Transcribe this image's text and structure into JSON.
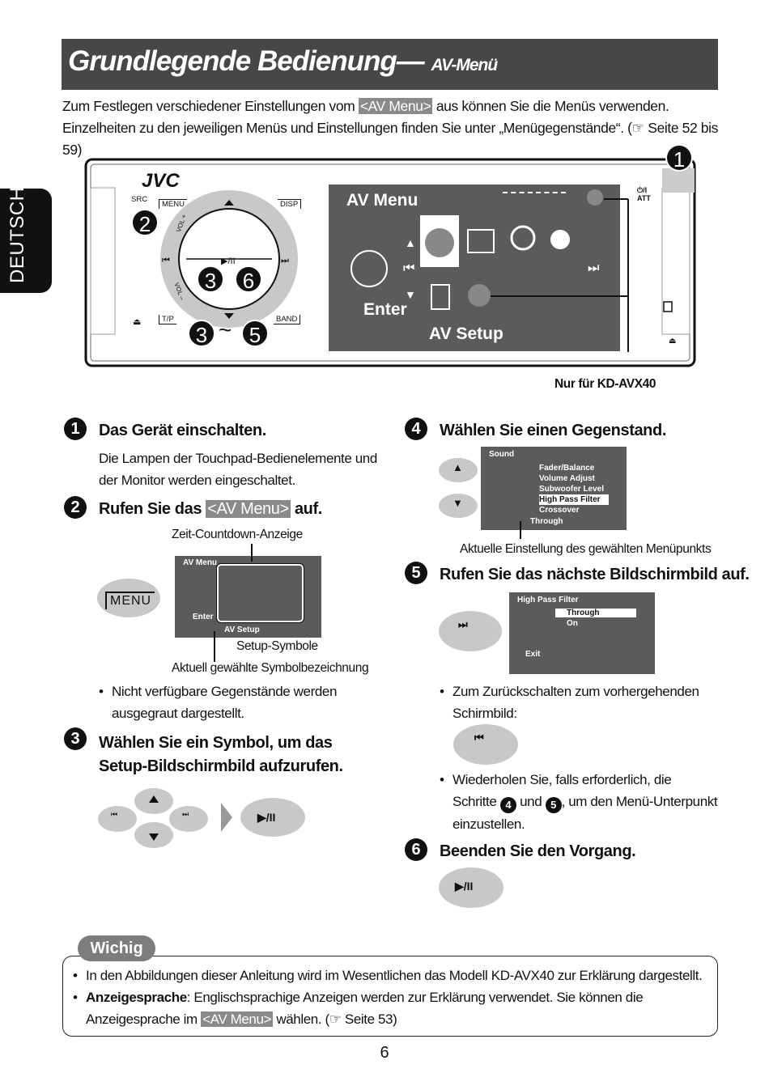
{
  "header": {
    "title": "Grundlegende Bedienung—",
    "subtitle": "AV-Menü"
  },
  "intro": {
    "text1": "Zum Festlegen verschiedener Einstellungen vom",
    "highlight": "<AV Menu>",
    "text2": "aus können Sie die Menüs verwenden. Einzelheiten zu den jeweiligen Menüs und Einstellungen finden Sie unter „Menügegenstände“. (☞ Seite 52 bis 59)"
  },
  "side_tab": "DEUTSCH",
  "device": {
    "brand": "JVC",
    "src": "SRC",
    "menu": "MENU",
    "disp": "DISP",
    "tp": "T/P",
    "band": "BAND",
    "vol_plus": "VOL +",
    "vol_minus": "VOL –",
    "power": "⏻/I",
    "att": "ATT",
    "callouts": [
      "1",
      "2",
      "3",
      "6",
      "3",
      "5"
    ],
    "tilde": "~",
    "lcd_title": "AV Menu",
    "lcd_enter": "Enter",
    "lcd_setup": "AV Setup",
    "model_note": "Nur für KD-AVX40"
  },
  "steps": [
    {
      "num": "1",
      "title": "Das Gerät einschalten.",
      "text": "Die Lampen der Touchpad-Bedienelemente und der Monitor werden eingeschaltet."
    },
    {
      "num": "2",
      "title_pre": "Rufen Sie das",
      "title_hl": "<AV Menu>",
      "title_post": "auf.",
      "fig": {
        "countdown": "Zeit-Countdown-Anzeige",
        "menu_btn": "MENU",
        "lcd_title": "AV Menu",
        "enter": "Enter",
        "setup": "AV Setup",
        "symbols": "Setup-Symbole",
        "current": "Aktuell gewählte Symbolbezeichnung"
      },
      "bullet": "Nicht verfügbare Gegenstände werden ausgegraut dargestellt."
    },
    {
      "num": "3",
      "title": "Wählen Sie ein Symbol, um das Setup-Bildschirmbild aufzurufen."
    },
    {
      "num": "4",
      "title": "Wählen Sie einen Gegenstand.",
      "lcd": {
        "title": "Sound",
        "items": [
          "Fader/Balance",
          "Volume Adjust",
          "Subwoofer Level",
          "High Pass Filter",
          "Crossover"
        ],
        "current": "Through"
      },
      "caption": "Aktuelle Einstellung des gewählten Menüpunkts"
    },
    {
      "num": "5",
      "title": "Rufen Sie das nächste Bildschirmbild auf.",
      "lcd": {
        "title": "High Pass Filter",
        "options": [
          "Through",
          "On"
        ],
        "exit": "Exit"
      },
      "bullet1": "Zum Zurückschalten zum vorhergehenden Schirmbild:",
      "bullet2_pre": "Wiederholen Sie, falls erforderlich, die Schritte",
      "bullet2_a": "4",
      "bullet2_mid": "und",
      "bullet2_b": "5",
      "bullet2_post": ", um den Menü-Unterpunkt einzustellen."
    },
    {
      "num": "6",
      "title": "Beenden Sie den Vorgang."
    }
  ],
  "wichig": {
    "label": "Wichig",
    "item1": "In den Abbildungen dieser Anleitung wird im Wesentlichen das Modell KD-AVX40 zur Erklärung dargestellt.",
    "item2_bold": "Anzeigesprache",
    "item2_text": ": Englischsprachige Anzeigen werden zur Erklärung verwendet. Sie können die Anzeigesprache im",
    "item2_hl": "<AV Menu>",
    "item2_post": "wählen. (☞ Seite 53)"
  },
  "page_number": "6",
  "colors": {
    "title_bar": "#474747",
    "lcd": "#5b5b5b",
    "pill": "#c8c8c8",
    "highlight": "#8a8a8a"
  }
}
